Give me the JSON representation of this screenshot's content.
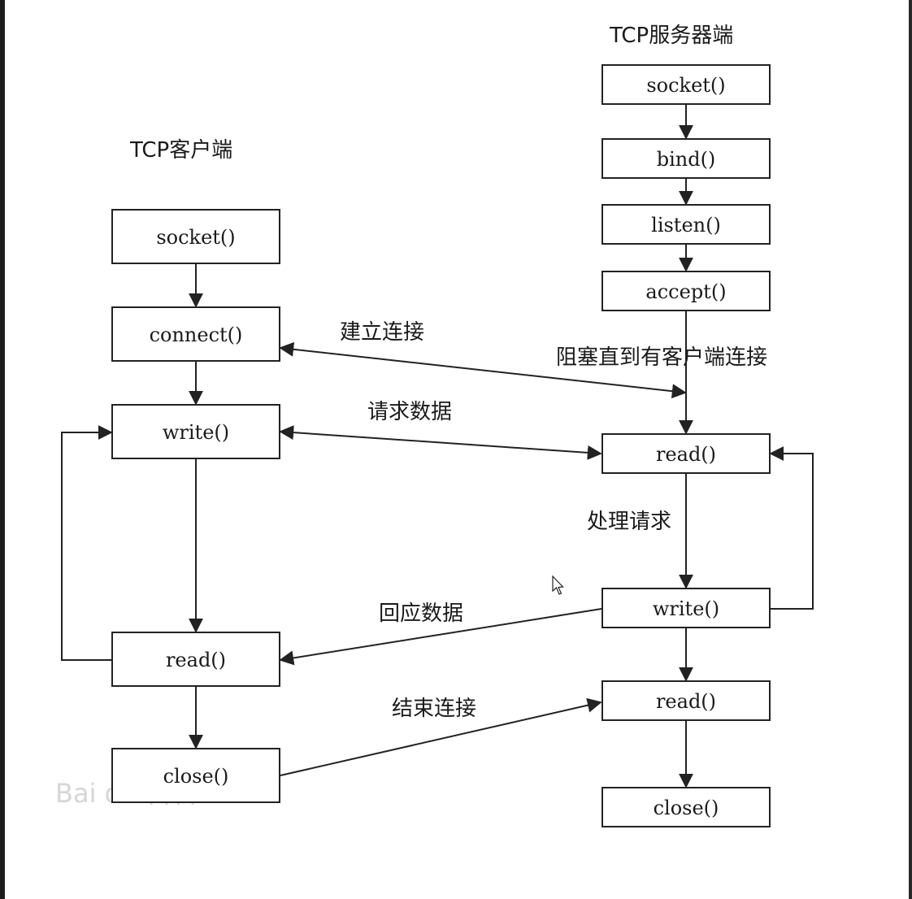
{
  "client": {
    "title": "TCP客户端",
    "socket": "socket()",
    "connect": "connect()",
    "write": "write()",
    "read": "read()",
    "close": "close()"
  },
  "server": {
    "title": "TCP服务器端",
    "socket": "socket()",
    "bind": "bind()",
    "listen": "listen()",
    "accept": "accept()",
    "read": "read()",
    "write": "write()",
    "read2": "read()",
    "close": "close()"
  },
  "labels": {
    "establish": "建立连接",
    "block": "阻塞直到有客户端连接",
    "request": "请求数据",
    "process": "处理请求",
    "response": "回应数据",
    "end": "结束连接"
  },
  "watermark": "Bai du 百科"
}
